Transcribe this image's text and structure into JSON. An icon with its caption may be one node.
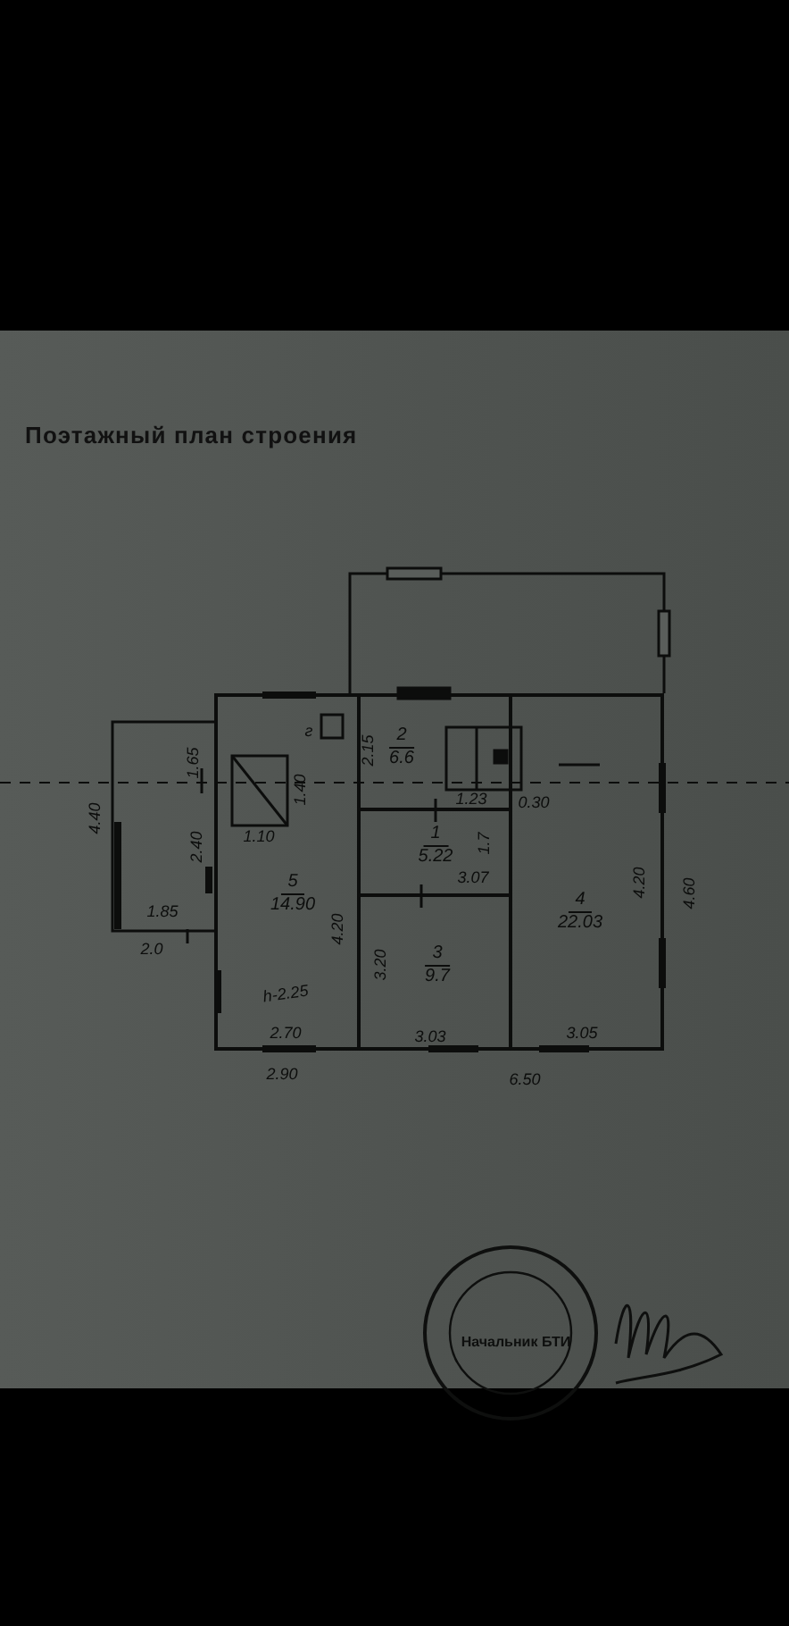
{
  "diagram": {
    "title": "Поэтажный план строения",
    "nodes": [
      {
        "text": [
          "5",
          "14.90"
        ]
      },
      {
        "text": [
          "2",
          "6.6"
        ]
      },
      {
        "text": [
          "1",
          "5.22"
        ]
      },
      {
        "text": [
          "3",
          "9.7"
        ]
      },
      {
        "text": [
          "4",
          "22.03"
        ]
      }
    ],
    "labels": [
      "1.65",
      "1.40",
      "г",
      "2.15",
      "4.40",
      "1.23",
      "0.30",
      "2.40",
      "1.10",
      "1.7",
      "3.07",
      "1.85",
      "4.20",
      "4.20",
      "4.60",
      "2.0",
      "3.20",
      "h-2.25",
      "2.70",
      "3.03",
      "3.05",
      "2.90",
      "6.50",
      "Начальник БТИ"
    ]
  }
}
